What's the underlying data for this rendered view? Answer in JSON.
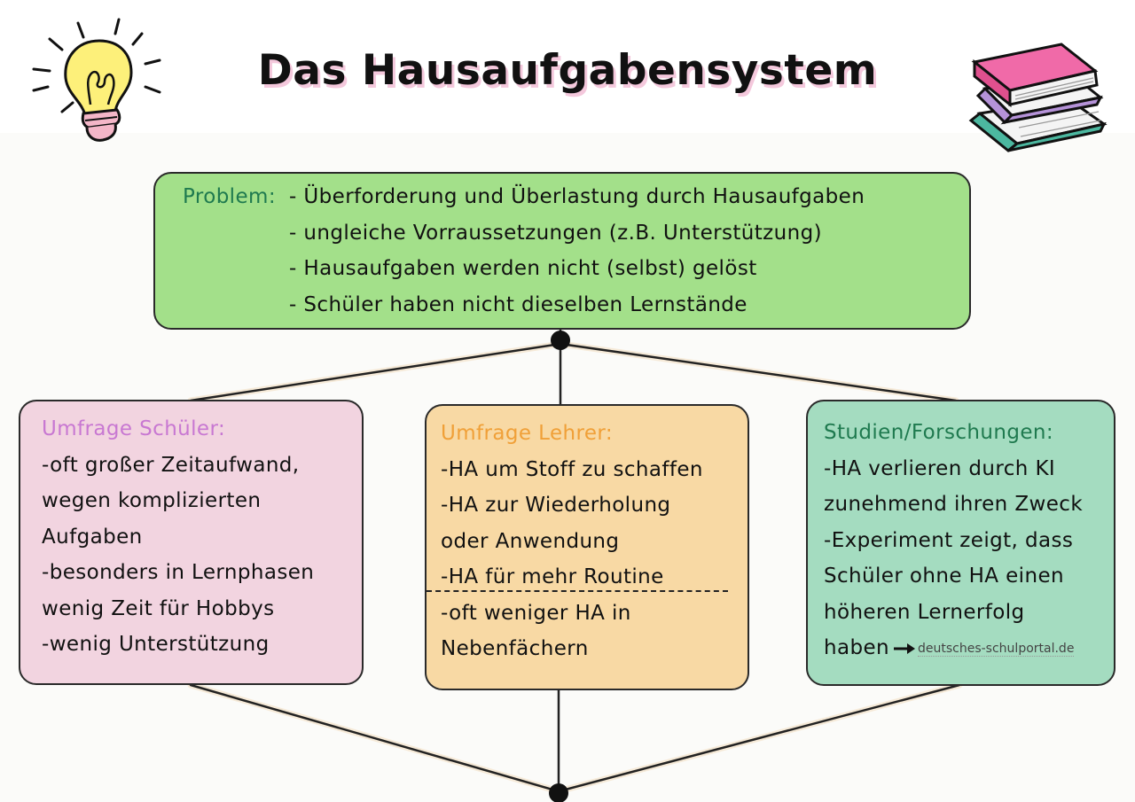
{
  "title": "Das Hausaufgabensystem",
  "colors": {
    "problem_bg": "#a3e08a",
    "problem_label": "#1f7a4f",
    "students_bg": "#f2d4e0",
    "students_heading": "#c878d2",
    "teachers_bg": "#f8d9a4",
    "teachers_heading": "#f0a038",
    "research_bg": "#a4dcc0",
    "research_heading": "#1f7a4f",
    "title_shadow": "#f4c8dc"
  },
  "icons": {
    "top_left": "light-bulb-icon",
    "top_right": "books-stack-icon"
  },
  "problem": {
    "label": "Problem:",
    "items": [
      "- Überforderung und Überlastung durch Hausaufgaben",
      "- ungleiche Vorraussetzungen (z.B. Unterstützung)",
      "- Hausaufgaben werden nicht (selbst) gelöst",
      "- Schüler haben nicht dieselben Lernstände"
    ]
  },
  "students": {
    "heading": "Umfrage Schüler:",
    "lines": [
      "-oft großer Zeitaufwand,",
      "wegen komplizierten",
      "Aufgaben",
      "-besonders in Lernphasen",
      "wenig Zeit für Hobbys",
      "-wenig Unterstützung"
    ]
  },
  "teachers": {
    "heading": "Umfrage Lehrer:",
    "lines": [
      "-HA um Stoff zu schaffen",
      "-HA zur Wiederholung",
      "oder Anwendung",
      "-HA für mehr Routine",
      "-oft weniger HA in",
      "Nebenfächern"
    ]
  },
  "research": {
    "heading": "Studien/Forschungen:",
    "lines": [
      "-HA verlieren durch KI",
      "zunehmend ihren Zweck",
      "-Experiment zeigt, dass",
      "Schüler ohne HA  einen",
      "höheren Lernerfolg"
    ],
    "last_word": "haben",
    "source": "deutsches-schulportal.de"
  }
}
